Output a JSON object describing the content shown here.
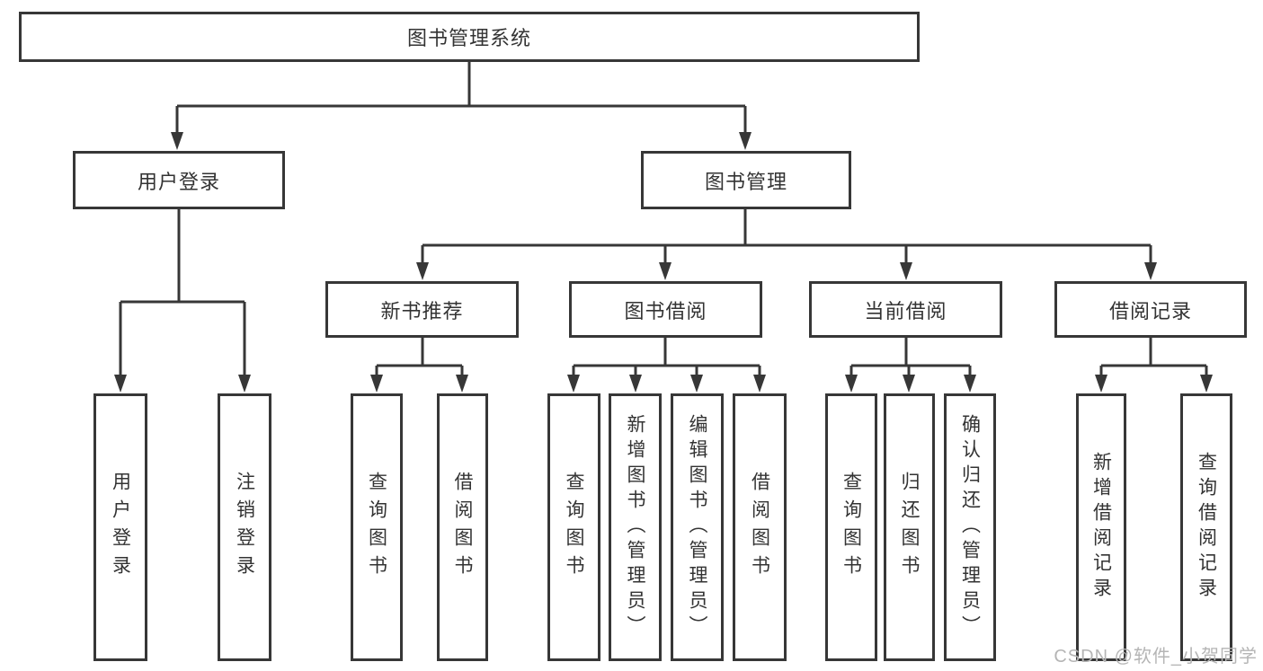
{
  "root": {
    "label": "图书管理系统"
  },
  "branches": [
    {
      "label": "用户登录",
      "children": [
        {
          "label": "用户登录"
        },
        {
          "label": "注销登录"
        }
      ]
    },
    {
      "label": "图书管理",
      "sections": [
        {
          "label": "新书推荐",
          "children": [
            {
              "label": "查询图书"
            },
            {
              "label": "借阅图书"
            }
          ]
        },
        {
          "label": "图书借阅",
          "children": [
            {
              "label": "查询图书"
            },
            {
              "label": "新增图书（管理员）"
            },
            {
              "label": "编辑图书（管理员）"
            },
            {
              "label": "借阅图书"
            }
          ]
        },
        {
          "label": "当前借阅",
          "children": [
            {
              "label": "查询图书"
            },
            {
              "label": "归还图书"
            },
            {
              "label": "确认归还（管理员）"
            }
          ]
        },
        {
          "label": "借阅记录",
          "children": [
            {
              "label": "新增借阅记录"
            },
            {
              "label": "查询借阅记录"
            }
          ]
        }
      ]
    }
  ],
  "watermark": "CSDN @软件_小贺同学",
  "colors": {
    "line": "#373737",
    "text": "#333333",
    "box_bg": "#ffffff",
    "watermark": "#b5b5b5"
  }
}
